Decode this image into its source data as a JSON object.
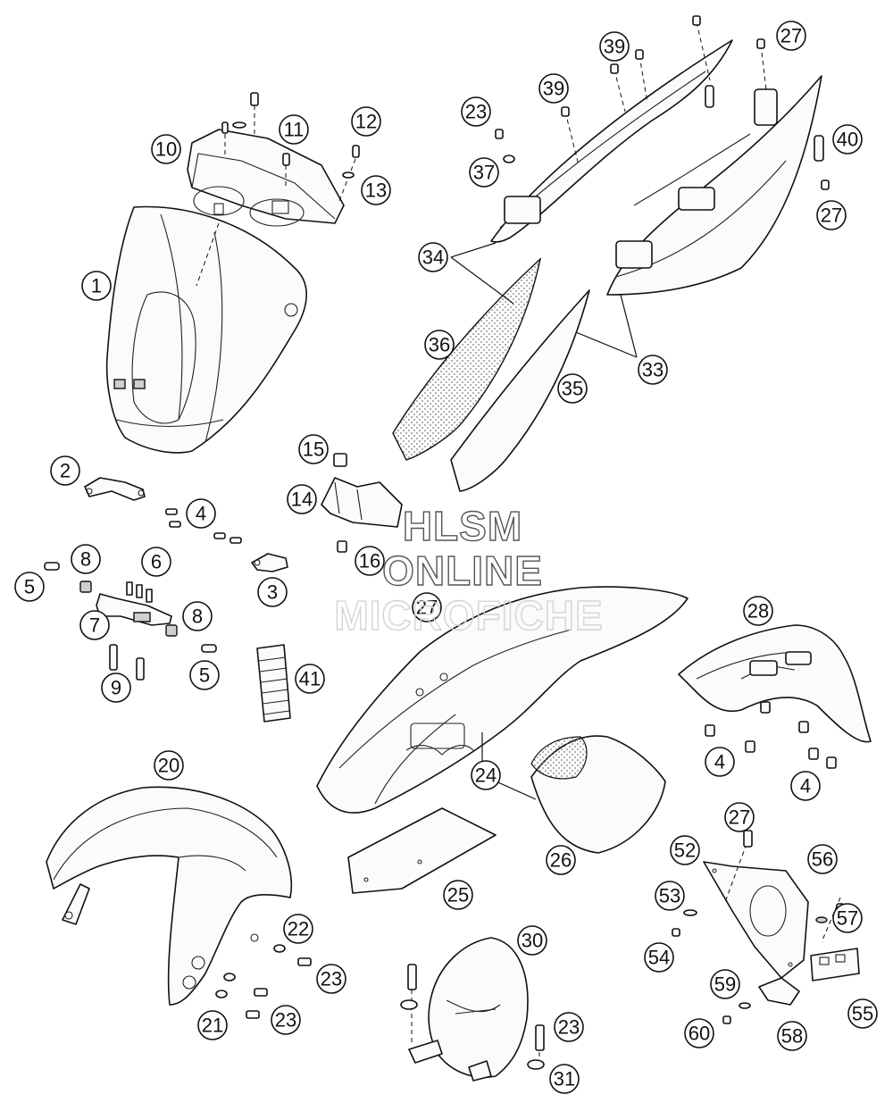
{
  "watermark": {
    "line1": "HLSM",
    "line2": "ONLINE",
    "line3": "MICROFICHE"
  },
  "callouts": [
    "1",
    "2",
    "3",
    "4",
    "5",
    "6",
    "7",
    "8",
    "9",
    "10",
    "11",
    "12",
    "13",
    "14",
    "15",
    "16",
    "20",
    "21",
    "22",
    "23",
    "24",
    "25",
    "26",
    "27",
    "28",
    "30",
    "31",
    "33",
    "34",
    "35",
    "36",
    "37",
    "39",
    "40",
    "41",
    "52",
    "53",
    "54",
    "55",
    "56",
    "57",
    "58",
    "59",
    "60"
  ]
}
